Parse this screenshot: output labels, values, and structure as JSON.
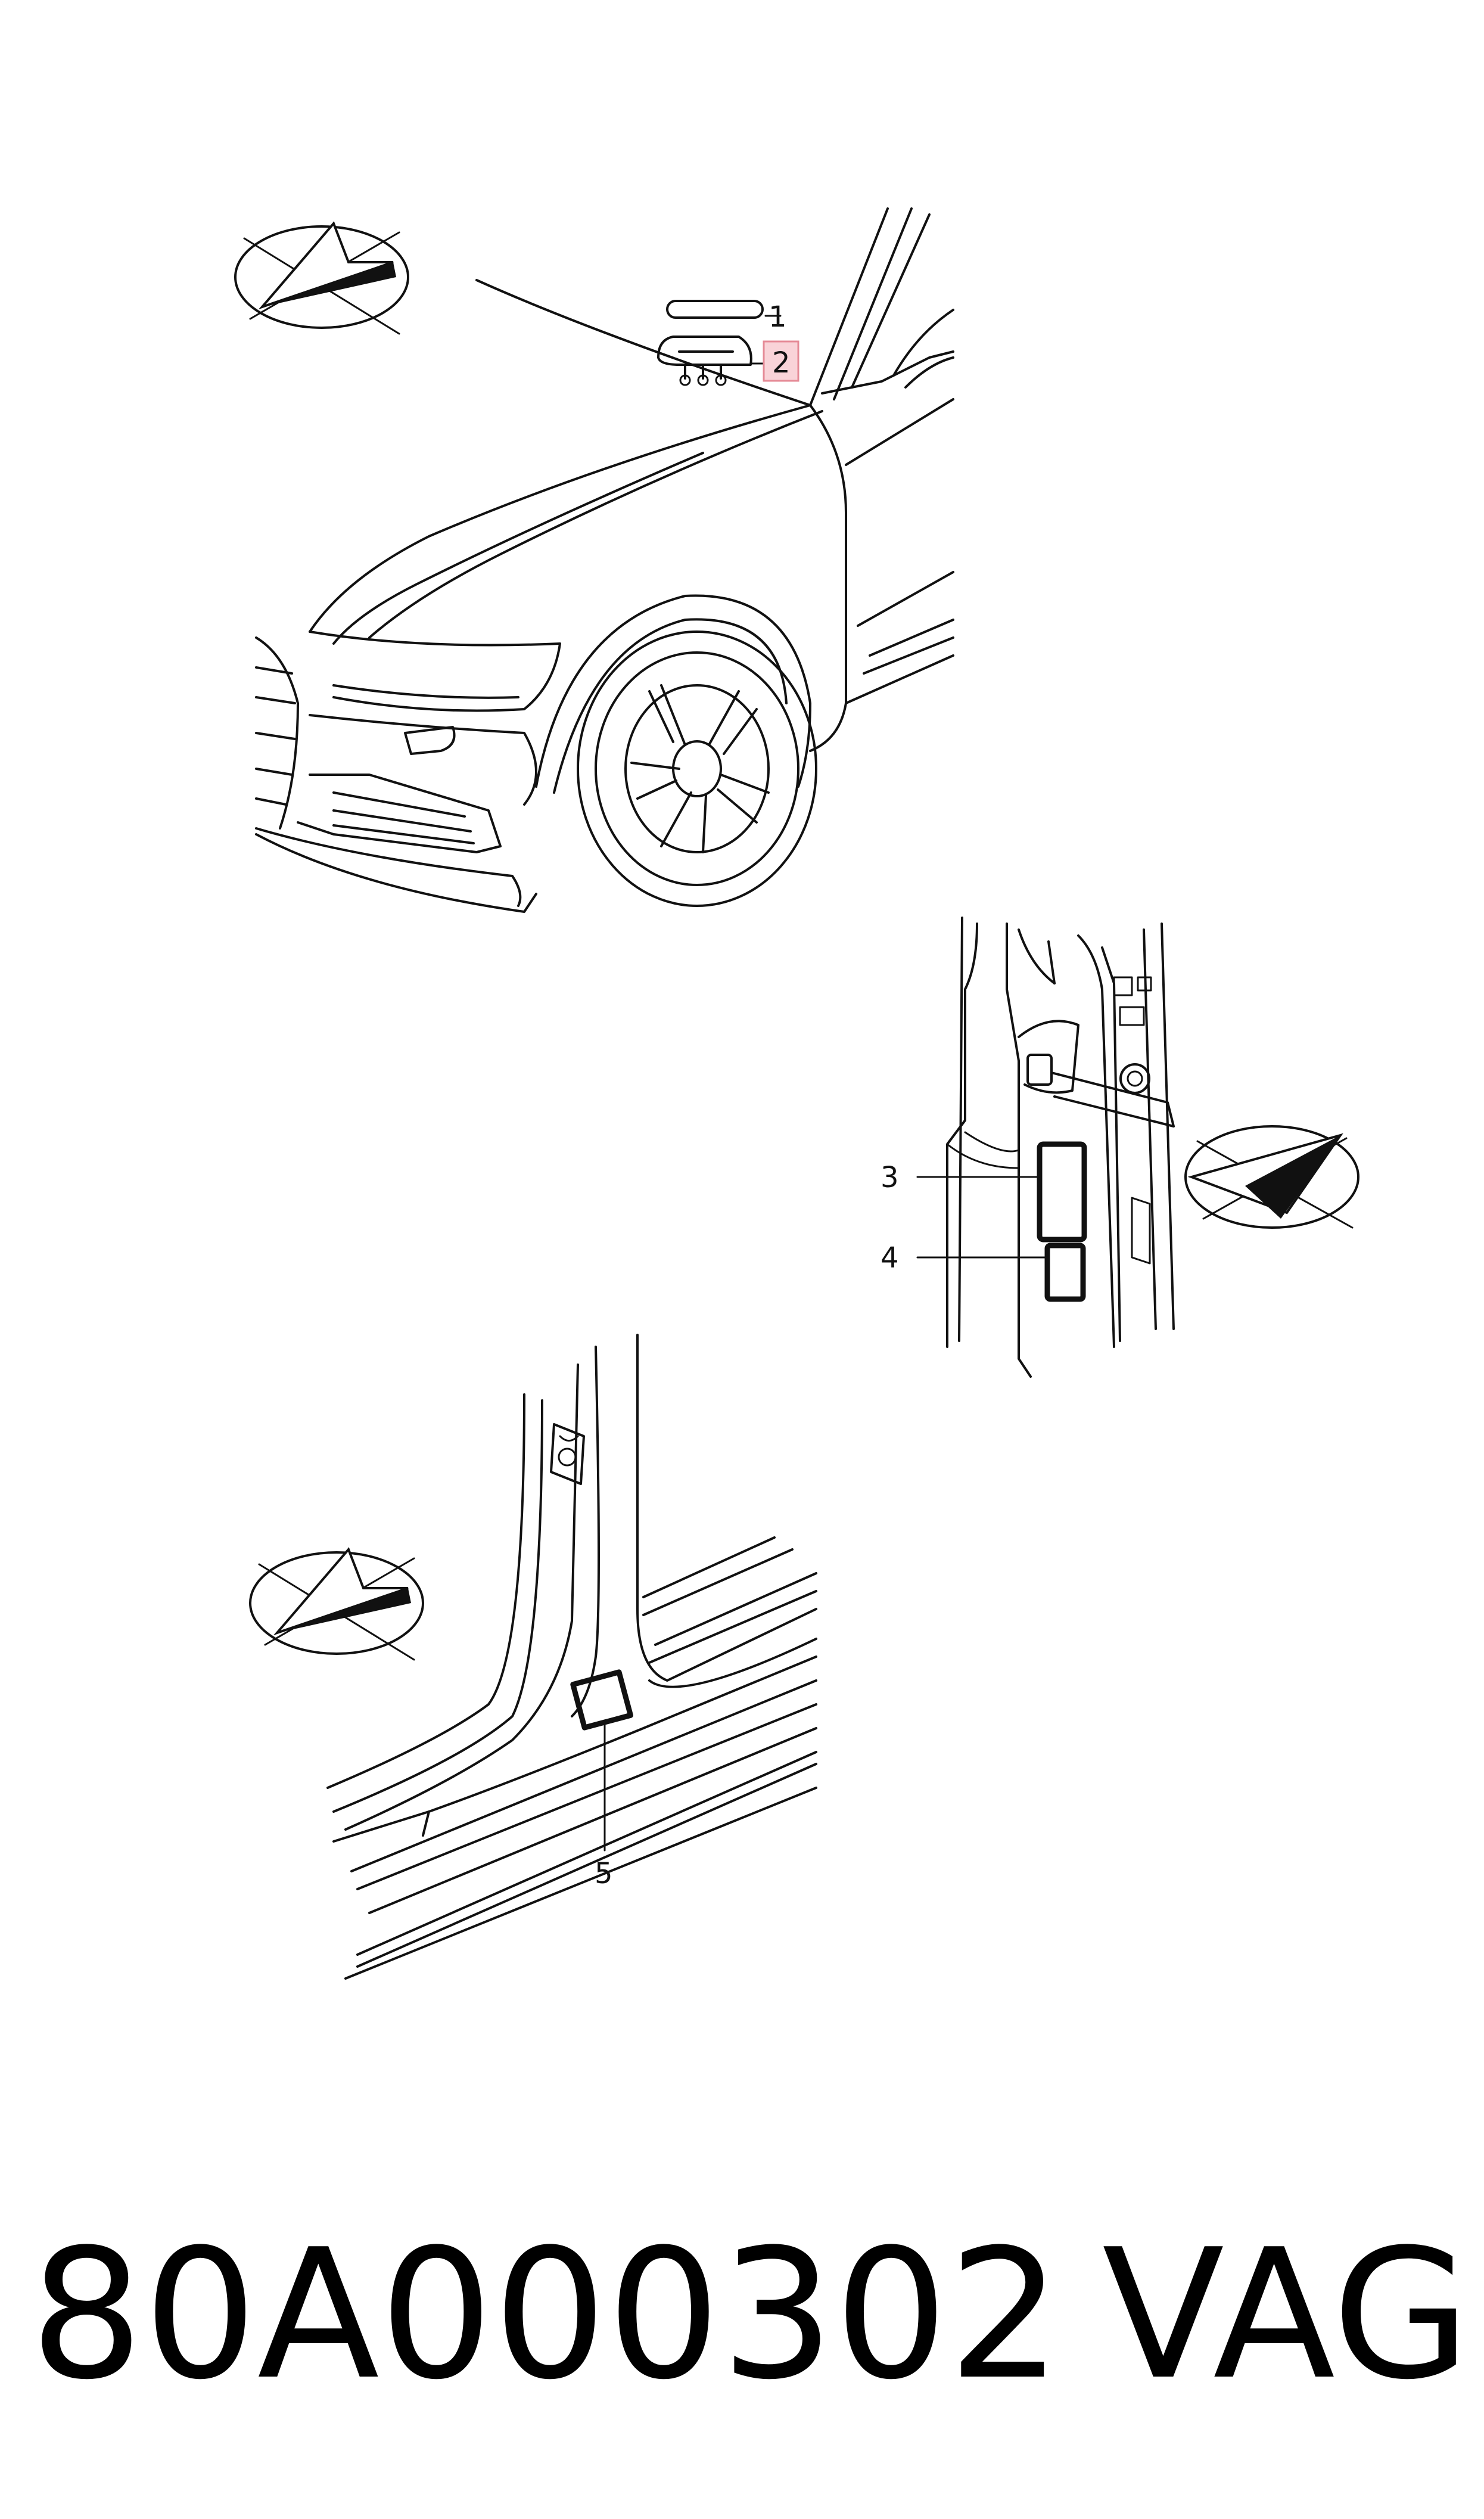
{
  "callouts": [
    {
      "id": "1",
      "label": "1",
      "highlighted": false
    },
    {
      "id": "2",
      "label": "2",
      "highlighted": true
    },
    {
      "id": "3",
      "label": "3",
      "highlighted": false
    },
    {
      "id": "4",
      "label": "4",
      "highlighted": false
    },
    {
      "id": "5",
      "label": "5",
      "highlighted": false
    }
  ],
  "footer": {
    "part_number": "80A000302",
    "brand": "VAG"
  },
  "icons": [
    "direction-arrow-icon",
    "direction-arrow-icon",
    "direction-arrow-icon"
  ],
  "colors": {
    "line": "#111111",
    "highlight_fill": "#f9d3d8",
    "highlight_border": "#e58a96"
  }
}
